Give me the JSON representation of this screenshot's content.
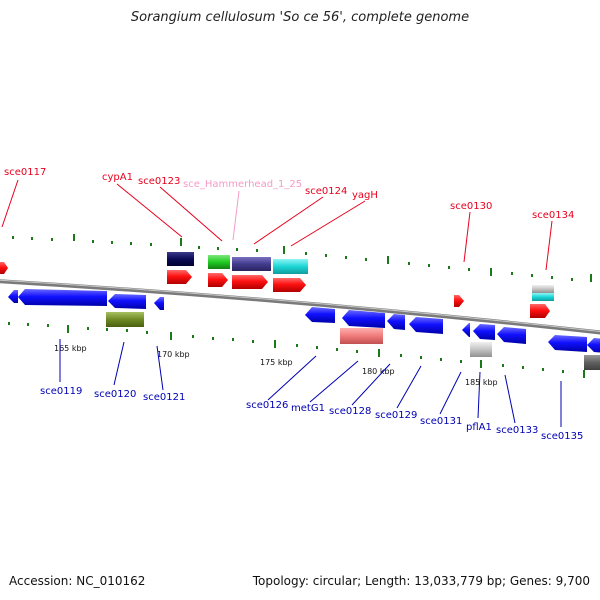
{
  "header": {
    "title": "Sorangium cellulosum 'So ce 56', complete genome"
  },
  "footer": {
    "accession": "Accession: NC_010162",
    "summary": "Topology: circular; Length: 13,033,779 bp; Genes: 9,700"
  },
  "colors": {
    "forward_label": "#e8001c",
    "reverse_label": "#0000b4",
    "ncrna_label": "#f59ac8",
    "backbone": "#808080",
    "tick": "#1a7a1a"
  },
  "scale_labels": [
    "165 kbp",
    "170 kbp",
    "175 kbp",
    "180 kbp",
    "185 kbp"
  ],
  "forward_labels": [
    "sce0117",
    "cypA1",
    "sce0123",
    "sce_Hammerhead_1_25",
    "sce0124",
    "yagH",
    "sce0130",
    "sce0134"
  ],
  "reverse_labels": [
    "sce0119",
    "sce0120",
    "sce0121",
    "sce0126",
    "metG1",
    "sce0128",
    "sce0129",
    "sce0131",
    "pflA1",
    "sce0133",
    "sce0135"
  ]
}
